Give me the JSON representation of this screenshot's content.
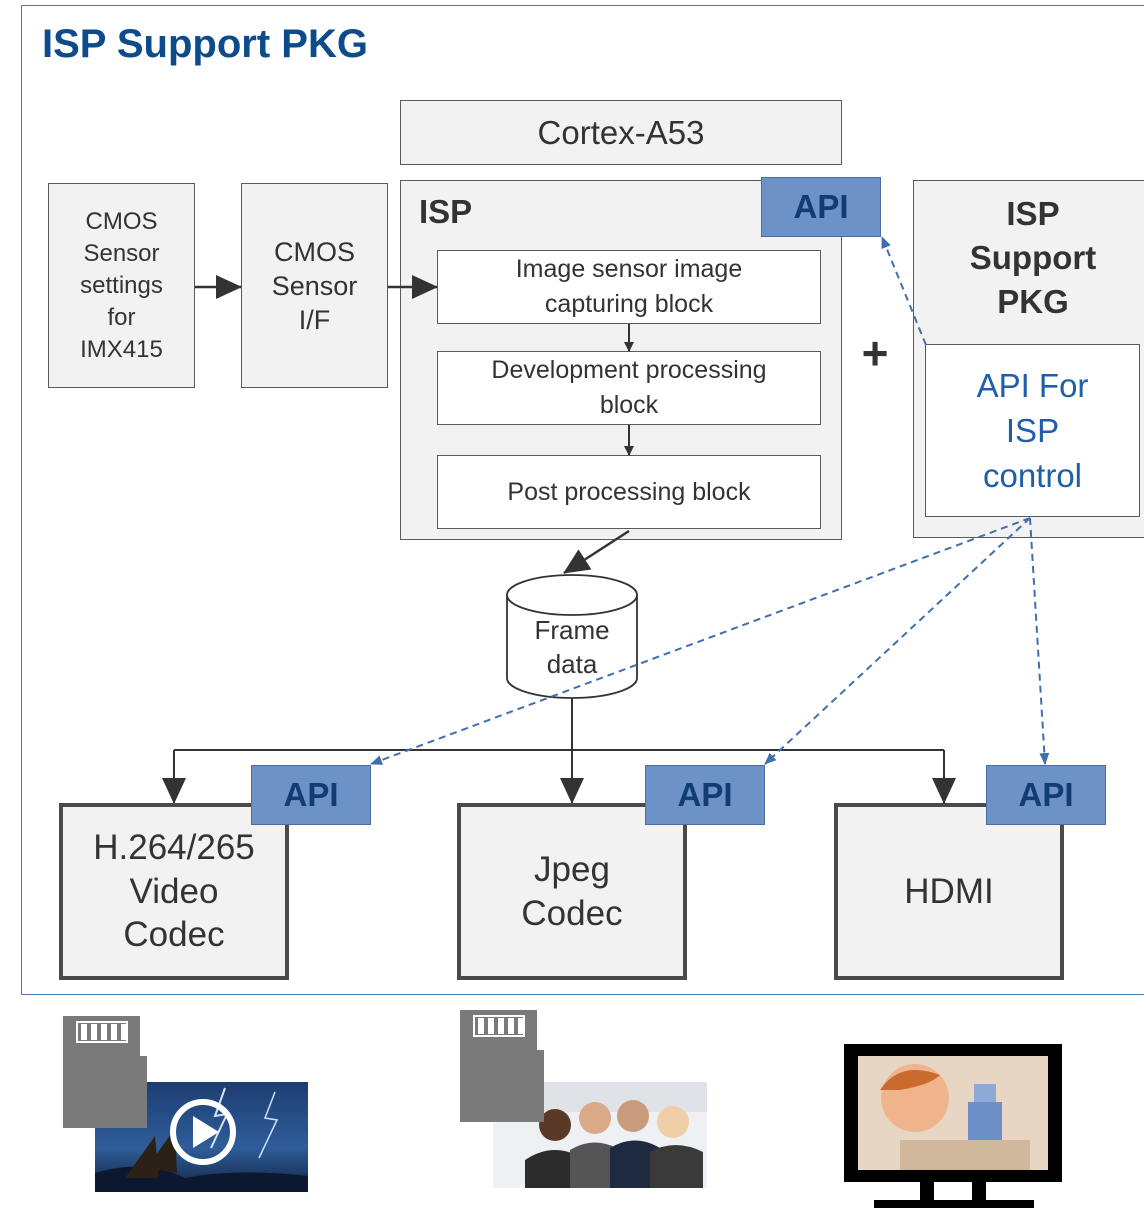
{
  "title": "ISP Support PKG",
  "cortex": "Cortex-A53",
  "cmos_settings": [
    "CMOS",
    "Sensor",
    "settings",
    "for",
    "IMX415"
  ],
  "cmos_if": [
    "CMOS",
    "Sensor",
    "I/F"
  ],
  "isp": {
    "label": "ISP",
    "api": "API",
    "capture_block": [
      "Image sensor image",
      "capturing block"
    ],
    "development_block": [
      "Development processing",
      "block"
    ],
    "post_block": "Post processing block"
  },
  "plus": "+",
  "support_pkg": {
    "label": [
      "ISP",
      "Support",
      "PKG"
    ],
    "api_control": [
      "API For",
      "ISP",
      "control"
    ]
  },
  "frame_data": [
    "Frame",
    "data"
  ],
  "outputs": [
    {
      "lines": [
        "H.264/265",
        "Video",
        "Codec"
      ],
      "api": "API"
    },
    {
      "lines": [
        "Jpeg",
        "Codec"
      ],
      "api": "API"
    },
    {
      "lines": [
        "HDMI"
      ],
      "api": "API"
    }
  ],
  "colors": {
    "title": "#0d4b8c",
    "api_fill": "#6c92c6",
    "api_text": "#123d70",
    "dashed": "#3f6fae",
    "frame": "#4a78b0",
    "control_text": "#1f5fa8"
  },
  "icons": [
    "sd-card-icon",
    "play-icon",
    "monitor-icon"
  ]
}
